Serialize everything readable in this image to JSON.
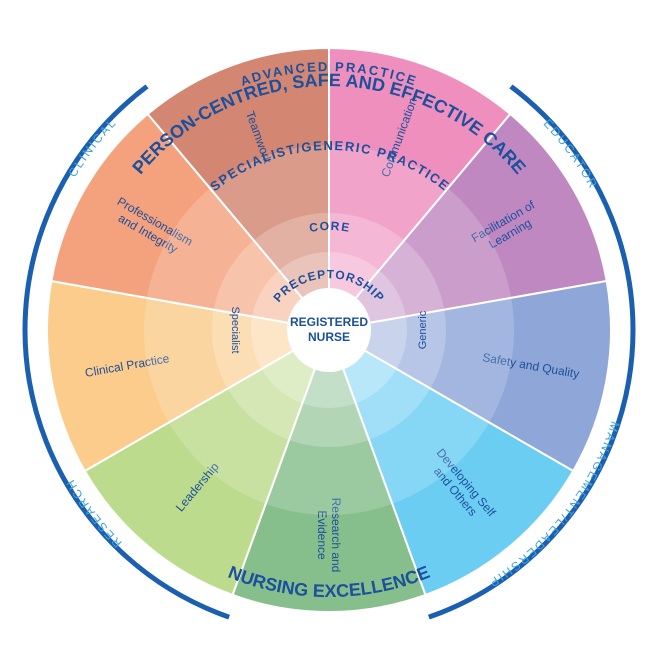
{
  "title_top": "PERSON-CENTRED, SAFE AND EFFECTIVE CARE",
  "title_bottom": "NURSING EXCELLENCE",
  "outer_roles": {
    "clinical": "CLINICAL",
    "educator": "EDUCATOR",
    "management": "MANAGEMENT/LEADERSHIP",
    "research": "RESEARCH"
  },
  "rings": {
    "advanced": "ADVANCED PRACTICE",
    "specialist_generic": "SPECIALIST/GENERIC PRACTICE",
    "core": "CORE",
    "preceptorship": "PRECEPTORSHIP",
    "specialist": "Specialist",
    "generic": "Generic"
  },
  "center": {
    "line1": "REGISTERED",
    "line2": "NURSE"
  },
  "segments": [
    {
      "line1": "Communication",
      "line2": "",
      "color": "#ee8fbd"
    },
    {
      "line1": "Facilitation of",
      "line2": "Learning",
      "color": "#bf88c0"
    },
    {
      "line1": "Safety and Quality",
      "line2": "",
      "color": "#8fa6d8"
    },
    {
      "line1": "Developing Self",
      "line2": "and Others",
      "color": "#6ccdf3"
    },
    {
      "line1": "Research and",
      "line2": "Evidence",
      "color": "#86bf8c"
    },
    {
      "line1": "Leadership",
      "line2": "",
      "color": "#bcdb8d"
    },
    {
      "line1": "Clinical Practice",
      "line2": "",
      "color": "#fbcc8c"
    },
    {
      "line1": "Professionalism",
      "line2": "and Integrity",
      "color": "#f4a27d"
    },
    {
      "line1": "Teamwork",
      "line2": "",
      "color": "#d38671"
    }
  ],
  "colors": {
    "navy": "#1c4f9c",
    "light_blue": "#3fa3dc",
    "outer_ring": "#1a5fb0"
  }
}
